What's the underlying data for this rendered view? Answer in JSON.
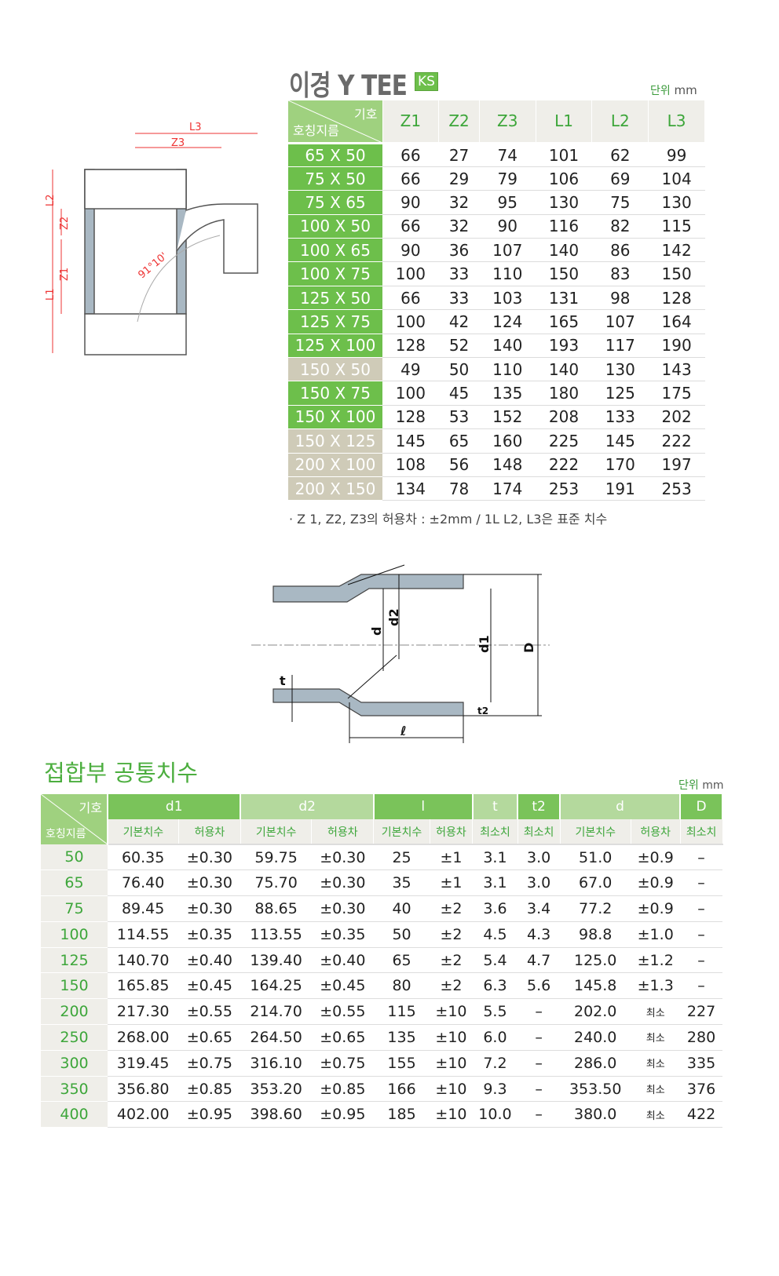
{
  "title": "이경 Y TEE",
  "badge": "KS",
  "unit": {
    "label": "단위",
    "value": "mm"
  },
  "table1": {
    "corner_top": "기호",
    "corner_bottom": "호칭지름",
    "headers": [
      "Z1",
      "Z2",
      "Z3",
      "L1",
      "L2",
      "L3"
    ],
    "rows": [
      {
        "size": "65 X 50",
        "v": [
          "66",
          "27",
          "74",
          "101",
          "62",
          "99"
        ],
        "std": true
      },
      {
        "size": "75 X 50",
        "v": [
          "66",
          "29",
          "79",
          "106",
          "69",
          "104"
        ],
        "std": true
      },
      {
        "size": "75 X 65",
        "v": [
          "90",
          "32",
          "95",
          "130",
          "75",
          "130"
        ],
        "std": true
      },
      {
        "size": "100 X 50",
        "v": [
          "66",
          "32",
          "90",
          "116",
          "82",
          "115"
        ],
        "std": true
      },
      {
        "size": "100 X 65",
        "v": [
          "90",
          "36",
          "107",
          "140",
          "86",
          "142"
        ],
        "std": true
      },
      {
        "size": "100 X 75",
        "v": [
          "100",
          "33",
          "110",
          "150",
          "83",
          "150"
        ],
        "std": true
      },
      {
        "size": "125 X 50",
        "v": [
          "66",
          "33",
          "103",
          "131",
          "98",
          "128"
        ],
        "std": true
      },
      {
        "size": "125 X 75",
        "v": [
          "100",
          "42",
          "124",
          "165",
          "107",
          "164"
        ],
        "std": true
      },
      {
        "size": "125 X 100",
        "v": [
          "128",
          "52",
          "140",
          "193",
          "117",
          "190"
        ],
        "std": true
      },
      {
        "size": "150 X 50",
        "v": [
          "49",
          "50",
          "110",
          "140",
          "130",
          "143"
        ],
        "std": false
      },
      {
        "size": "150 X 75",
        "v": [
          "100",
          "45",
          "135",
          "180",
          "125",
          "175"
        ],
        "std": true
      },
      {
        "size": "150 X 100",
        "v": [
          "128",
          "53",
          "152",
          "208",
          "133",
          "202"
        ],
        "std": true
      },
      {
        "size": "150 X 125",
        "v": [
          "145",
          "65",
          "160",
          "225",
          "145",
          "222"
        ],
        "std": false
      },
      {
        "size": "200 X 100",
        "v": [
          "108",
          "56",
          "148",
          "222",
          "170",
          "197"
        ],
        "std": false
      },
      {
        "size": "200 X 150",
        "v": [
          "134",
          "78",
          "174",
          "253",
          "191",
          "253"
        ],
        "std": false
      }
    ]
  },
  "note": "· Z 1, Z2, Z3의 허용차 : ±2mm / 1L L2, L3은 표준 치수",
  "diagram1": {
    "labels": [
      "L3",
      "Z3",
      "L2",
      "Z2",
      "Z1",
      "L1",
      "91°10'"
    ]
  },
  "diagram2": {
    "labels": [
      "d",
      "d2",
      "d1",
      "D",
      "t",
      "t2",
      "ℓ"
    ]
  },
  "section2_title": "접합부 공통치수",
  "table2": {
    "corner_top": "기호",
    "corner_bottom": "호칭지름",
    "groups": [
      "d1",
      "d2",
      "l",
      "t",
      "t2",
      "d",
      "D"
    ],
    "subheaders": [
      "기본치수",
      "허용차",
      "기본치수",
      "허용차",
      "기본치수",
      "허용차",
      "최소치",
      "최소치",
      "기본치수",
      "허용차",
      "최소치"
    ],
    "rows": [
      [
        "50",
        "60.35",
        "±0.30",
        "59.75",
        "±0.30",
        "25",
        "±1",
        "3.1",
        "3.0",
        "51.0",
        "±0.9",
        "–"
      ],
      [
        "65",
        "76.40",
        "±0.30",
        "75.70",
        "±0.30",
        "35",
        "±1",
        "3.1",
        "3.0",
        "67.0",
        "±0.9",
        "–"
      ],
      [
        "75",
        "89.45",
        "±0.30",
        "88.65",
        "±0.30",
        "40",
        "±2",
        "3.6",
        "3.4",
        "77.2",
        "±0.9",
        "–"
      ],
      [
        "100",
        "114.55",
        "±0.35",
        "113.55",
        "±0.35",
        "50",
        "±2",
        "4.5",
        "4.3",
        "98.8",
        "±1.0",
        "–"
      ],
      [
        "125",
        "140.70",
        "±0.40",
        "139.40",
        "±0.40",
        "65",
        "±2",
        "5.4",
        "4.7",
        "125.0",
        "±1.2",
        "–"
      ],
      [
        "150",
        "165.85",
        "±0.45",
        "164.25",
        "±0.45",
        "80",
        "±2",
        "6.3",
        "5.6",
        "145.8",
        "±1.3",
        "–"
      ],
      [
        "200",
        "217.30",
        "±0.55",
        "214.70",
        "±0.55",
        "115",
        "±10",
        "5.5",
        "–",
        "202.0",
        "최소",
        "227"
      ],
      [
        "250",
        "268.00",
        "±0.65",
        "264.50",
        "±0.65",
        "135",
        "±10",
        "6.0",
        "–",
        "240.0",
        "최소",
        "280"
      ],
      [
        "300",
        "319.45",
        "±0.75",
        "316.10",
        "±0.75",
        "155",
        "±10",
        "7.2",
        "–",
        "286.0",
        "최소",
        "335"
      ],
      [
        "350",
        "356.80",
        "±0.85",
        "353.20",
        "±0.85",
        "166",
        "±10",
        "9.3",
        "–",
        "353.50",
        "최소",
        "376"
      ],
      [
        "400",
        "402.00",
        "±0.95",
        "398.60",
        "±0.95",
        "185",
        "±10",
        "10.0",
        "–",
        "380.0",
        "최소",
        "422"
      ]
    ]
  }
}
